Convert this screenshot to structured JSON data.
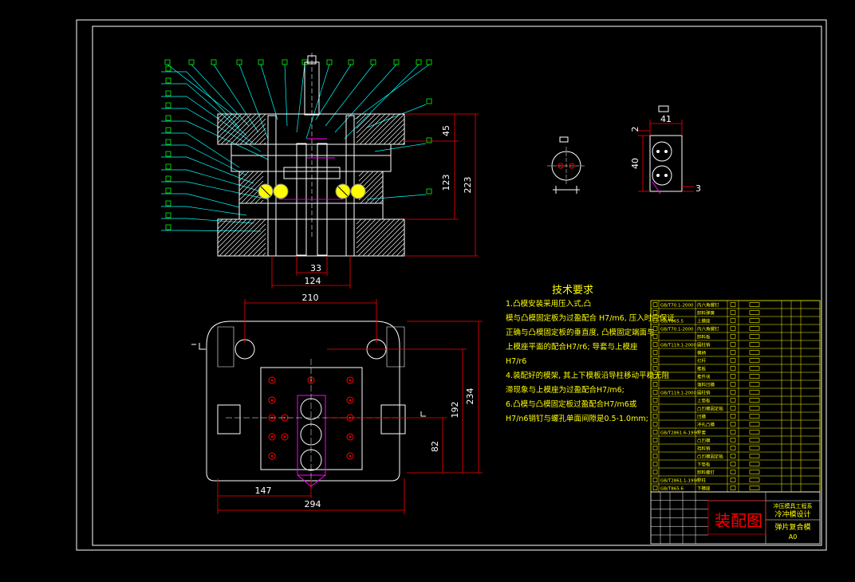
{
  "colors": {
    "background": "#000000",
    "frame": "#ffffff",
    "outline": "#ffffff",
    "dimension": "#ff0000",
    "leader": "#00ffff",
    "label": "#00ff00",
    "notes": "#ffff00",
    "highlight": "#ff00ff",
    "marker": "#ffff00"
  },
  "dimensions": {
    "front_view": {
      "height_45": "45",
      "height_123": "123",
      "height_223": "223",
      "width_33": "33",
      "width_124": "124"
    },
    "plan_view": {
      "width_210": "210",
      "height_234": "234",
      "height_192": "192",
      "height_82": "82",
      "width_147": "147",
      "width_294": "294"
    },
    "detail_view": {
      "width_41": "41",
      "height_40": "40",
      "offset_2": "2",
      "offset_3": "3"
    }
  },
  "technical_requirements": {
    "title": "技术要求",
    "lines": [
      "1.凸模安装采用压入式,凸",
      "模与凸模固定板为过盈配合 H7/m6, 压入时应保证",
      "正确与凸模固定板的垂直度, 凸模固定端面与",
      "上模座平面的配合H7/r6; 导套与上模座",
      "H7/r6",
      "4.装配好的模架, 其上下模板沿导柱移动平稳无阻",
      "滞现象与上模座为过盈配合H7/m6;",
      "6.凸模与凸模固定板过盈配合H7/m6或",
      "H7/n6销钉与螺孔单面间隙是0.5-1.0mm;"
    ]
  },
  "parts_list": {
    "rows": [
      {
        "code": "GB/T70.1-2000",
        "name": "内六角螺钉"
      },
      {
        "code": "",
        "name": "卸料弹簧"
      },
      {
        "code": "GB/T865.5",
        "name": "上模座"
      },
      {
        "code": "GB/T70.1-2000",
        "name": "内六角螺钉"
      },
      {
        "code": "",
        "name": "卸料板"
      },
      {
        "code": "GB/T119.1-2000",
        "name": "圆柱销"
      },
      {
        "code": "",
        "name": "模柄"
      },
      {
        "code": "",
        "name": "打杆"
      },
      {
        "code": "",
        "name": "推板"
      },
      {
        "code": "",
        "name": "推件块"
      },
      {
        "code": "",
        "name": "落料凹模"
      },
      {
        "code": "GB/T119.1-2000",
        "name": "圆柱销"
      },
      {
        "code": "",
        "name": "上垫板"
      },
      {
        "code": "",
        "name": "凸凹模固定板"
      },
      {
        "code": "",
        "name": "凹模"
      },
      {
        "code": "",
        "name": "冲孔凸模"
      },
      {
        "code": "GB/T2861.6-1990",
        "name": "导套"
      },
      {
        "code": "",
        "name": "凸凹模"
      },
      {
        "code": "",
        "name": "挡料销"
      },
      {
        "code": "",
        "name": "凸凹模固定板"
      },
      {
        "code": "",
        "name": "下垫板"
      },
      {
        "code": "",
        "name": "卸料螺钉"
      },
      {
        "code": "GB/T2861.1-1990",
        "name": "导柱"
      },
      {
        "code": "GB/T865.6",
        "name": "下模座"
      }
    ]
  },
  "title_block": {
    "drawing_name": "装配图",
    "school_line": "冲压模具工程系",
    "design_title": "冷冲模设计",
    "product_name": "弹片复合模",
    "sheet": "A0"
  }
}
